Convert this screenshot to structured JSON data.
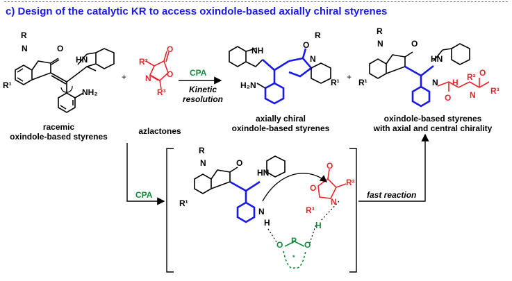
{
  "title": "c) Design of the catalytic KR to access oxindole-based axially chiral styrenes",
  "labels": {
    "racemic_line1": "racemic",
    "racemic_line2": "oxindole-based styrenes",
    "azlactones": "azlactones",
    "plus1": "+",
    "plus2": "+",
    "cpa_top": "CPA",
    "kinetic_line1": "Kinetic",
    "kinetic_line2": "resolution",
    "axially_line1": "axially chiral",
    "axially_line2": "oxindole-based styrenes",
    "product_line1": "oxindole-based styrenes",
    "product_line2": "with axial and central chirality",
    "cpa_bottom": "CPA",
    "fast_reaction": "fast reaction"
  },
  "atoms": {
    "R": "R",
    "N": "N",
    "O": "O",
    "HN": "HN",
    "NH": "NH",
    "NH2": "NH₂",
    "H2N": "H₂N",
    "R1": "R¹",
    "R2": "R²",
    "R3": "R³",
    "H": "H",
    "P": "P",
    "star": "*"
  },
  "colors": {
    "title": "#1a1ae6",
    "blue": "#1a1ae6",
    "red": "#e8252a",
    "green": "#138a3c",
    "black": "#000000"
  }
}
